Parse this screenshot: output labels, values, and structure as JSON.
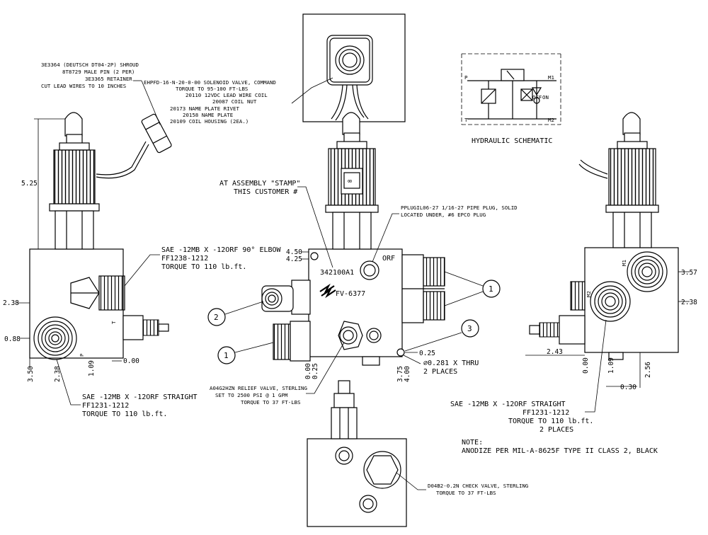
{
  "labels": {
    "shroud": "3E3364 (DEUTSCH DT04-2P) SHROUD",
    "male_pin": "8T8729 MALE PIN (2 PER)",
    "retainer": "3E3365 RETAINER",
    "cut_lead": "CUT LEAD WIRES TO 10 INCHES",
    "solenoid_valve": "EHPFD-16-N-20-0-00 SOLENOID VALVE, COMMAND",
    "torque_95": "TORQUE TO 95-100 FT-LBS",
    "lead_wire_coil": "20110 12VDC LEAD WIRE COIL",
    "coil_nut": "20087 COIL NUT",
    "name_plate_rivet": "20173 NAME PLATE RIVET",
    "name_plate": "20158 NAME PLATE",
    "coil_housing": "20109 COIL HOUSING (2EA.)",
    "at_assembly": "AT ASSEMBLY \"STAMP\"",
    "this_customer": "THIS CUSTOMER #",
    "pipe_plug": "PPLUGIL06-27 1/16-27 PIPE PLUG, SOLID",
    "located_under": "LOCATED UNDER, #6 EPCO PLUG",
    "elbow": "SAE -12MB X -12ORF 90° ELBOW",
    "elbow_pn": "FF1238-1212",
    "elbow_torque": "TORQUE TO 110 lb.ft.",
    "orf": "ORF",
    "part_stamp": "342100A1",
    "fv_number": "FV-6377",
    "thru_hole": "⌀0.281 X THRU",
    "two_places": "2 PLACES",
    "relief_valve": "A04G2HZN RELIEF VALVE, STERLING",
    "relief_set": "SET TO 2500 PSI @ 1 GPM",
    "relief_torque": "TORQUE TO 37 FT-LBS",
    "straight_left": "SAE -12MB X -12ORF STRAIGHT",
    "straight_left_pn": "FF1231-1212",
    "straight_left_torque": "TORQUE TO 110 lb.ft.",
    "straight_right": "SAE -12MB X -12ORF STRAIGHT",
    "straight_right_pn": "FF1231-1212",
    "straight_right_torque": "TORQUE TO 110 lb.ft.",
    "straight_right_places": "2 PLACES",
    "note_title": "NOTE:",
    "note_text": "ANODIZE PER MIL-A-8625F TYPE II CLASS 2, BLACK",
    "check_valve": "D04B2-0.2N CHECK VALVE, STERLING",
    "check_torque": "TORQUE TO 37 FT-LBS",
    "hydraulic_schematic": "HYDRAULIC SCHEMATIC",
    "coil_mark": "∞",
    "port_p_left": "P",
    "port_t_left": "T",
    "port_m1": "M1",
    "port_m2": "M2"
  },
  "schematic": {
    "p": "P",
    "t": "T",
    "m1": "M1",
    "m2": "M2",
    "off": "OFF",
    "on": "ON"
  },
  "dims": {
    "d_5_25": "5.25",
    "d_2_38_left": "2.38",
    "d_0_88": "0.88",
    "d_3_50": "3.50",
    "d_2_38_bottom": "2.38",
    "d_1_09_left": "1.09",
    "d_0_00_left": "0.00",
    "d_4_50": "4.50",
    "d_4_25": "4.25",
    "d_0_00_front": "0.00",
    "d_0_25_front": "0.25",
    "d_0_25_right": "0.25",
    "d_3_75": "3.75",
    "d_4_00": "4.00",
    "d_3_57": "3.57",
    "d_2_38_right": "2.38",
    "d_2_43": "2.43",
    "d_0_00_right": "0.00",
    "d_1_09_right": "1.09",
    "d_2_56": "2.56",
    "d_0_30": "0.30"
  },
  "bubbles": {
    "b1_right": "1",
    "b2": "2",
    "b1_left": "1",
    "b3": "3"
  }
}
